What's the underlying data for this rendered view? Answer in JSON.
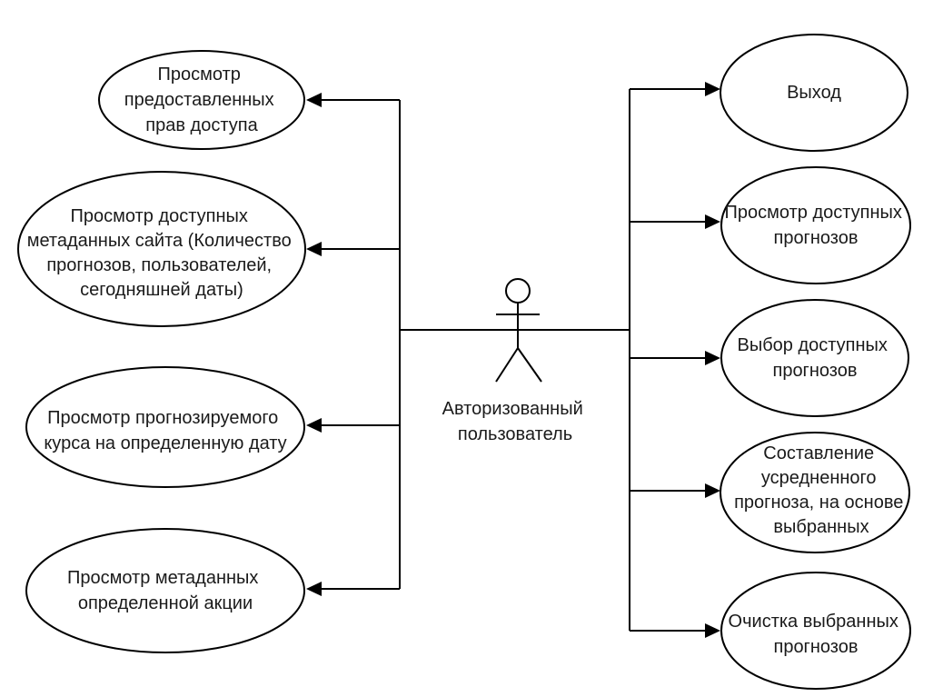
{
  "actor": {
    "label_lines": [
      "Авторизованный",
      "пользователь"
    ]
  },
  "use_cases": {
    "left": [
      {
        "lines": [
          "Просмотр",
          "предоставленных",
          "прав доступа"
        ]
      },
      {
        "lines": [
          "Просмотр доступных",
          "метаданных сайта (Количество",
          "прогнозов, пользователей,",
          "сегодняшней даты)"
        ]
      },
      {
        "lines": [
          "Просмотр прогнозируемого",
          "курса на определенную дату"
        ]
      },
      {
        "lines": [
          "Просмотр метаданных",
          "определенной акции"
        ]
      }
    ],
    "right": [
      {
        "lines": [
          "Выход"
        ]
      },
      {
        "lines": [
          "Просмотр доступных",
          "прогнозов"
        ]
      },
      {
        "lines": [
          "Выбор доступных",
          "прогнозов"
        ]
      },
      {
        "lines": [
          "Составление",
          "усредненного",
          "прогноза, на основе",
          "выбранных"
        ]
      },
      {
        "lines": [
          "Очистка выбранных",
          "прогнозов"
        ]
      }
    ]
  }
}
